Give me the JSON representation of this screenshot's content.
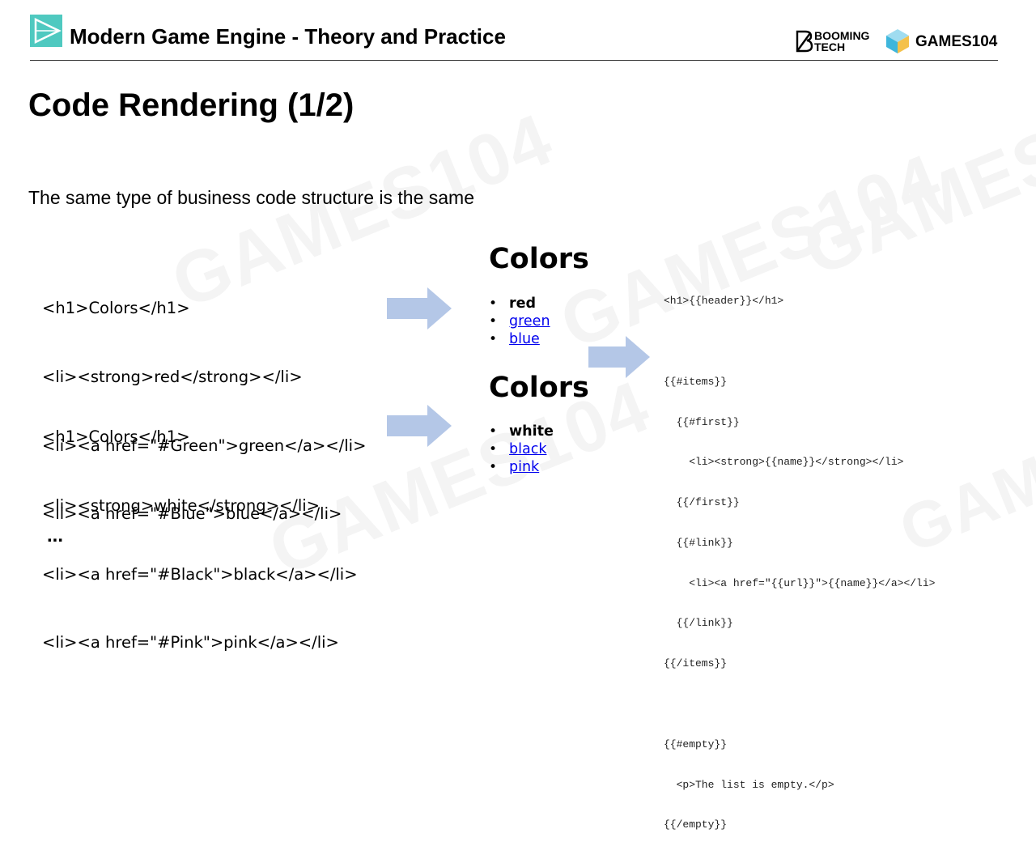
{
  "header": {
    "title": "Modern Game Engine - Theory and Practice",
    "brand_booming_line1": "BOOMING",
    "brand_booming_line2": "TECH",
    "brand_games": "GAMES104"
  },
  "slide": {
    "title": "Code Rendering (1/2)",
    "subtitle": "The same type of business code structure is the same",
    "ellipsis": "..."
  },
  "code_blocks": [
    [
      "<h1>Colors</h1>",
      "<li><strong>red</strong></li>",
      "<li><a href=\"#Green\">green</a></li>",
      "<li><a href=\"#Blue\">blue</a></li>"
    ],
    [
      "<h1>Colors</h1>",
      "<li><strong>white</strong></li>",
      "<li><a href=\"#Black\">black</a></li>",
      "<li><a href=\"#Pink\">pink</a></li>"
    ]
  ],
  "rendered": [
    {
      "heading": "Colors",
      "first": "red",
      "links": [
        "green",
        "blue"
      ]
    },
    {
      "heading": "Colors",
      "first": "white",
      "links": [
        "black",
        "pink"
      ]
    }
  ],
  "template_lines": [
    "<h1>{{header}}</h1>",
    "",
    "{{#items}}",
    "  {{#first}}",
    "    <li><strong>{{name}}</strong></li>",
    "  {{/first}}",
    "  {{#link}}",
    "    <li><a href=\"{{url}}\">{{name}}</a></li>",
    "  {{/link}}",
    "{{/items}}",
    "",
    "{{#empty}}",
    "  <p>The list is empty.</p>",
    "{{/empty}}"
  ],
  "colors": {
    "arrow": "#b4c7e7",
    "logo_teal": "#4fc9c0",
    "link": "#0000ee"
  },
  "icons": [
    "play-triangle-icon",
    "booming-tech-logo-icon",
    "games104-cube-icon",
    "arrow-right-icon"
  ]
}
